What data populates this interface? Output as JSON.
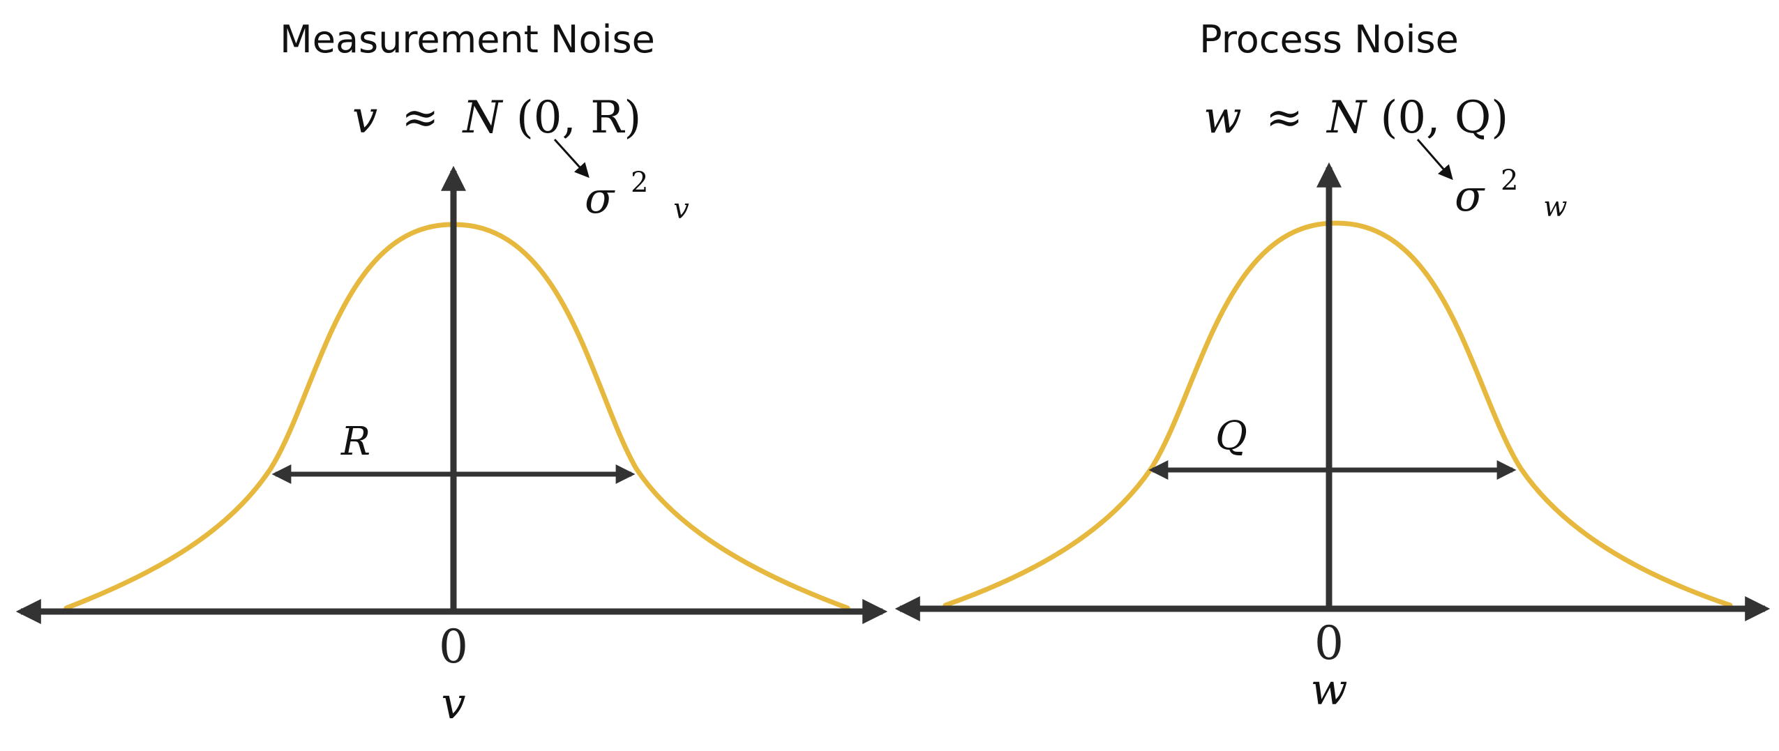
{
  "panels": [
    {
      "title": "Measurement Noise",
      "equation": {
        "variable": "v",
        "approx": "≈",
        "dist": "N",
        "args": "(0, R)"
      },
      "variance": {
        "sigma": "σ",
        "power": "2",
        "sub": "v"
      },
      "width_label": "R",
      "origin_label": "0",
      "axis_label": "v",
      "curve_color": "#e7b83e"
    },
    {
      "title": "Process Noise",
      "equation": {
        "variable": "w",
        "approx": "≈",
        "dist": "N",
        "args": "(0, Q)"
      },
      "variance": {
        "sigma": "σ",
        "power": "2",
        "sub": "w"
      },
      "width_label": "Q",
      "origin_label": "0",
      "axis_label": "w",
      "curve_color": "#e7b83e"
    }
  ]
}
